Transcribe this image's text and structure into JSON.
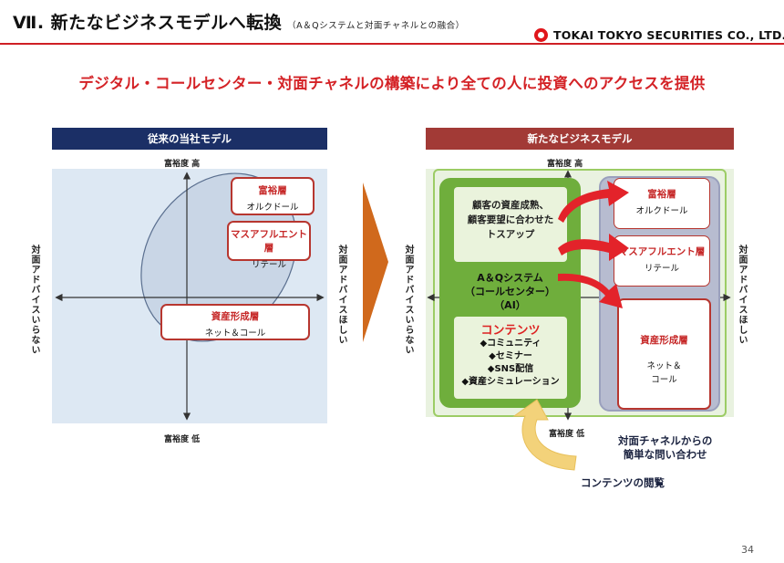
{
  "header": {
    "title": "Ⅶ. 新たなビジネスモデルへ転換",
    "subtitle": "（A＆Qシステムと対面チャネルとの融合）",
    "logo_text": "TOKAI TOKYO SECURITIES CO., LTD."
  },
  "headline": "デジタル・コールセンター・対面チャネルの構築により全ての人に投資へのアクセスを提供",
  "left_panel": {
    "banner": "従来の当社モデル",
    "axis_top": "富裕度 高",
    "axis_bottom": "富裕度 低",
    "axis_left": "対面アドバイスいらない",
    "axis_right": "対面アドバイスほしい",
    "segments": [
      {
        "title": "富裕層",
        "desc": "オルクドール"
      },
      {
        "title": "マスアフルエント層",
        "desc": "リテール"
      },
      {
        "title": "資産形成層",
        "desc": "ネット＆コール"
      }
    ]
  },
  "right_panel": {
    "banner": "新たなビジネスモデル",
    "axis_top": "富裕度 高",
    "axis_bottom": "富裕度 低",
    "axis_left": "対面アドバイスいらない",
    "axis_right": "対面アドバイスほしい",
    "ai_box_text": [
      "顧客の資産成熟、",
      "顧客要望に合わせた",
      "トスアップ"
    ],
    "aq_system": [
      "A＆Qシステム",
      "（コールセンター）",
      "（AI）"
    ],
    "contents_title": "コンテンツ",
    "contents_items": [
      "◆コミュニティ",
      "◆セミナー",
      "◆SNS配信",
      "◆資産シミュレーション"
    ],
    "segments": [
      {
        "title": "富裕層",
        "desc": "オルクドール"
      },
      {
        "title": "マスアフルエント層",
        "desc": "リテール"
      },
      {
        "title": "資産形成層",
        "desc": "ネット＆\nコール"
      }
    ]
  },
  "notes": {
    "inquiry": [
      "対面チャネルからの",
      "簡単な問い合わせ"
    ],
    "browse": "コンテンツの閲覧"
  },
  "page_number": "34",
  "colors": {
    "accent_red": "#d42226",
    "navy_banner": "#1b2f66",
    "maroon_banner": "#a23a36",
    "green": "#6fae3c",
    "arrow_orange": "#d0691c",
    "arrow_yellow": "#f3d27a"
  }
}
